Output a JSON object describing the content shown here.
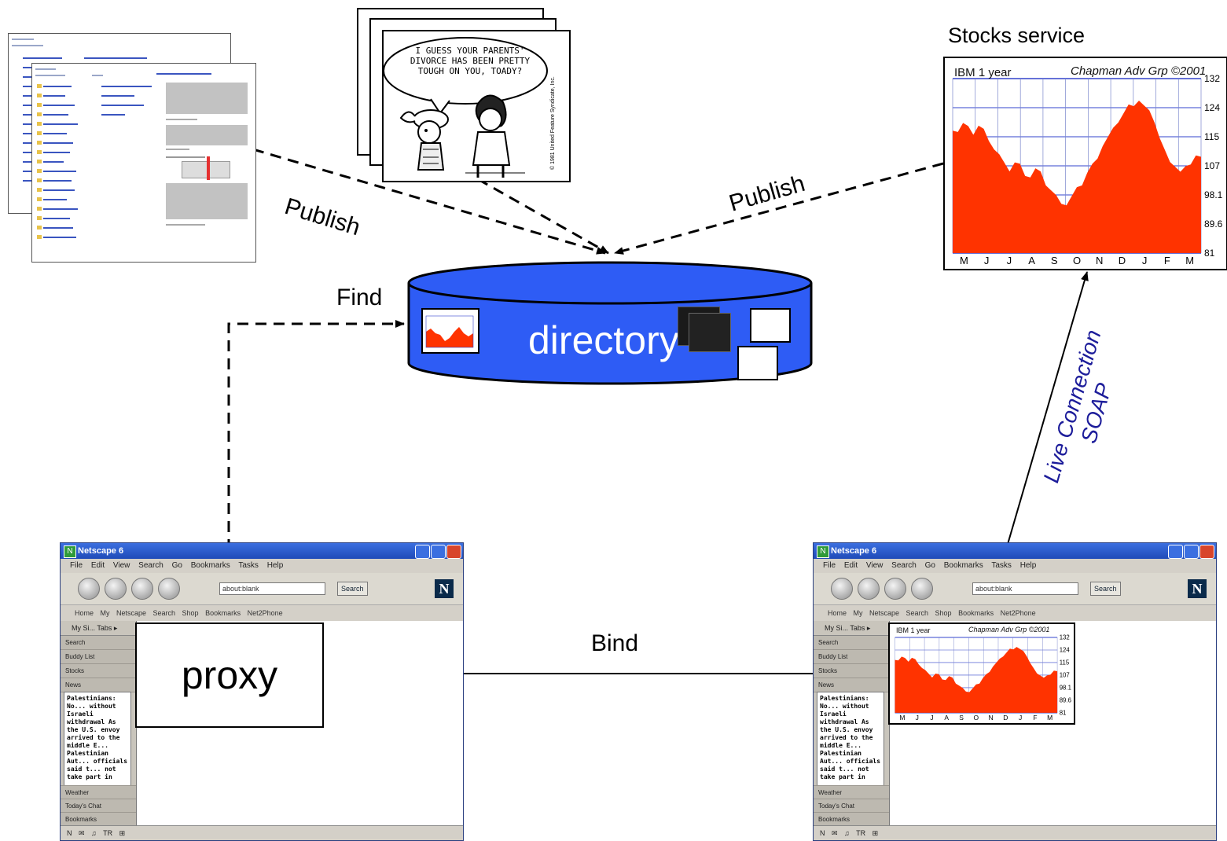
{
  "labels": {
    "stocks_service": "Stocks service",
    "publish_left": "Publish",
    "publish_right": "Publish",
    "find": "Find",
    "bind": "Bind",
    "directory": "directory",
    "proxy": "proxy",
    "live_connection": "Live Connection",
    "soap": "SOAP"
  },
  "stock_chart": {
    "title_left": "IBM 1 year",
    "title_right": "Chapman Adv Grp ©2001",
    "y_ticks": [
      "132",
      "124",
      "115",
      "107",
      "98.1",
      "89.6",
      "81"
    ],
    "x_ticks": [
      "M",
      "J",
      "J",
      "A",
      "S",
      "O",
      "N",
      "D",
      "J",
      "F",
      "M"
    ],
    "bar_color": "#ff3300",
    "grid_color": "#3344cc"
  },
  "comic": {
    "speech": "I GUESS YOUR PARENTS' DIVORCE HAS BEEN PRETTY TOUGH ON YOU, TOADY?",
    "credit": "© 1981 United Feature Syndicate, Inc."
  },
  "browser": {
    "title": "Netscape 6",
    "menu": "File Edit View Search Go Bookmarks Tasks Help",
    "url": "about:blank",
    "search_button": "Search",
    "bookmarks_bar": "Home My Netscape Search Shop Bookmarks Net2Phone",
    "sidebar_tabs": "My Si... Tabs ▸",
    "sidebar_items": [
      "Search",
      "Buddy List",
      "Stocks",
      "News"
    ],
    "news_text": "Palestinians: No... without Israeli withdrawal As the U.S. envoy arrived to the middle E... Palestinian Aut... officials said t... not take part in",
    "sidebar_bottom": [
      "Weather",
      "Today's Chat",
      "Bookmarks"
    ],
    "status": "N ✉ ♫ TR ⊞"
  },
  "colors": {
    "directory_fill": "#2e5cf5",
    "directory_edge": "#000000",
    "soap_text": "#1c1c9a"
  }
}
